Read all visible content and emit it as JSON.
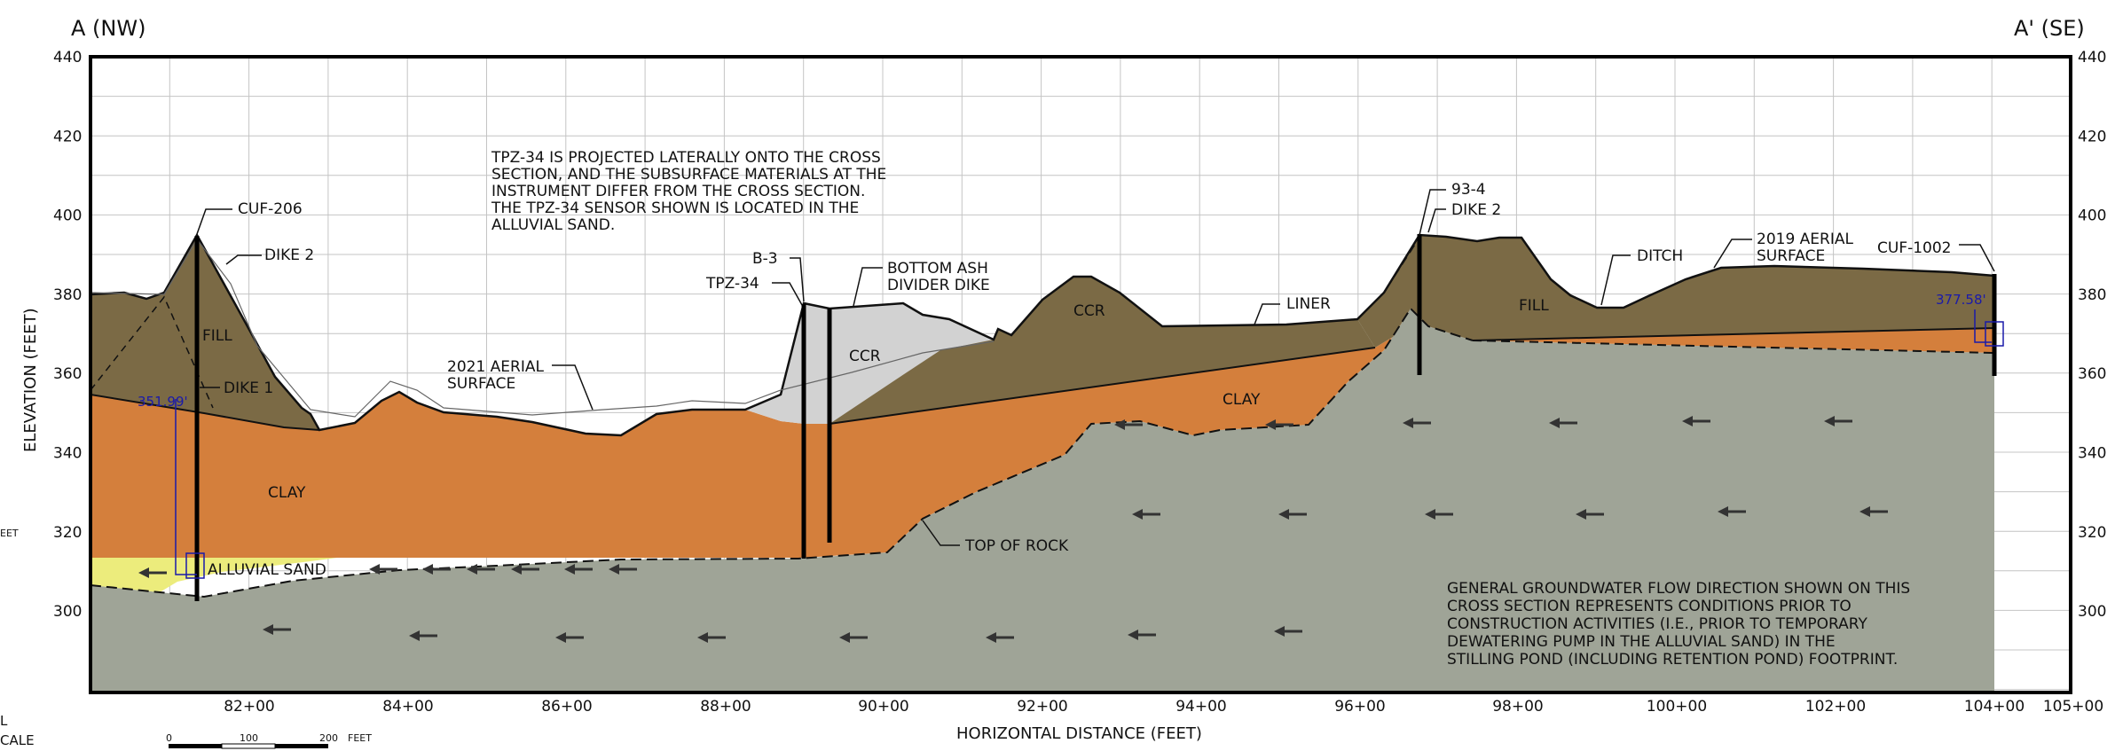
{
  "corners": {
    "left": "A (NW)",
    "right": "A' (SE)"
  },
  "axes": {
    "y_title": "ELEVATION (FEET)",
    "x_title": "HORIZONTAL DISTANCE (FEET)",
    "y_ticks": [
      "440",
      "420",
      "400",
      "380",
      "360",
      "340",
      "320",
      "300"
    ],
    "x_ticks": [
      "82+00",
      "84+00",
      "86+00",
      "88+00",
      "90+00",
      "92+00",
      "94+00",
      "96+00",
      "98+00",
      "100+00",
      "102+00",
      "104+00",
      "105+00"
    ]
  },
  "notes": {
    "tpz": [
      "TPZ-34 IS PROJECTED LATERALLY ONTO THE CROSS",
      "SECTION, AND THE SUBSURFACE MATERIALS AT THE",
      "INSTRUMENT DIFFER FROM THE CROSS SECTION.",
      "THE TPZ-34 SENSOR SHOWN IS LOCATED IN THE",
      "ALLUVIAL SAND."
    ],
    "flow": [
      "GENERAL GROUNDWATER FLOW DIRECTION SHOWN ON THIS",
      "CROSS SECTION REPRESENTS CONDITIONS PRIOR TO",
      "CONSTRUCTION ACTIVITIES (I.E., PRIOR TO TEMPORARY",
      "DEWATERING PUMP IN THE ALLUVIAL SAND) IN THE",
      "STILLING POND (INCLUDING RETENTION POND) FOOTPRINT."
    ]
  },
  "labels": {
    "cuf206": "CUF-206",
    "dike2_left": "DIKE 2",
    "fill_left": "FILL",
    "dike1": "DIKE 1",
    "aerial2021": [
      "2021 AERIAL",
      "SURFACE"
    ],
    "clay_left": "CLAY",
    "alluvial_sand": "ALLUVIAL SAND",
    "b3": "B-3",
    "tpz34": "TPZ-34",
    "bottom_ash": [
      "BOTTOM ASH",
      "DIVIDER DIKE"
    ],
    "ccr_mid": "CCR",
    "ccr_top": "CCR",
    "liner": "LINER",
    "top_of_rock": "TOP OF ROCK",
    "clay_right": "CLAY",
    "label_934": "93-4",
    "dike2_right": "DIKE 2",
    "fill_right": "FILL",
    "ditch": "DITCH",
    "aerial2019": [
      "2019 AERIAL",
      "SURFACE"
    ],
    "cuf1002": "CUF-1002"
  },
  "water_levels": {
    "left": "351.99'",
    "right": "377.58'"
  },
  "edge_labels": {
    "left_eet": "EET",
    "left_l": "L",
    "left_cale": "CALE"
  },
  "scale_bar": {
    "zero": "0",
    "mid": "100",
    "max": "200",
    "unit": "FEET"
  },
  "colors": {
    "rock": "#9fa497",
    "clay": "#d47f3c",
    "fill": "#7b6a45",
    "ccr": "#d2d2d2",
    "sand": "#ecec7c",
    "frame": "#000000",
    "grid": "#c4c4c4",
    "water_level": "#1a1aaa"
  }
}
